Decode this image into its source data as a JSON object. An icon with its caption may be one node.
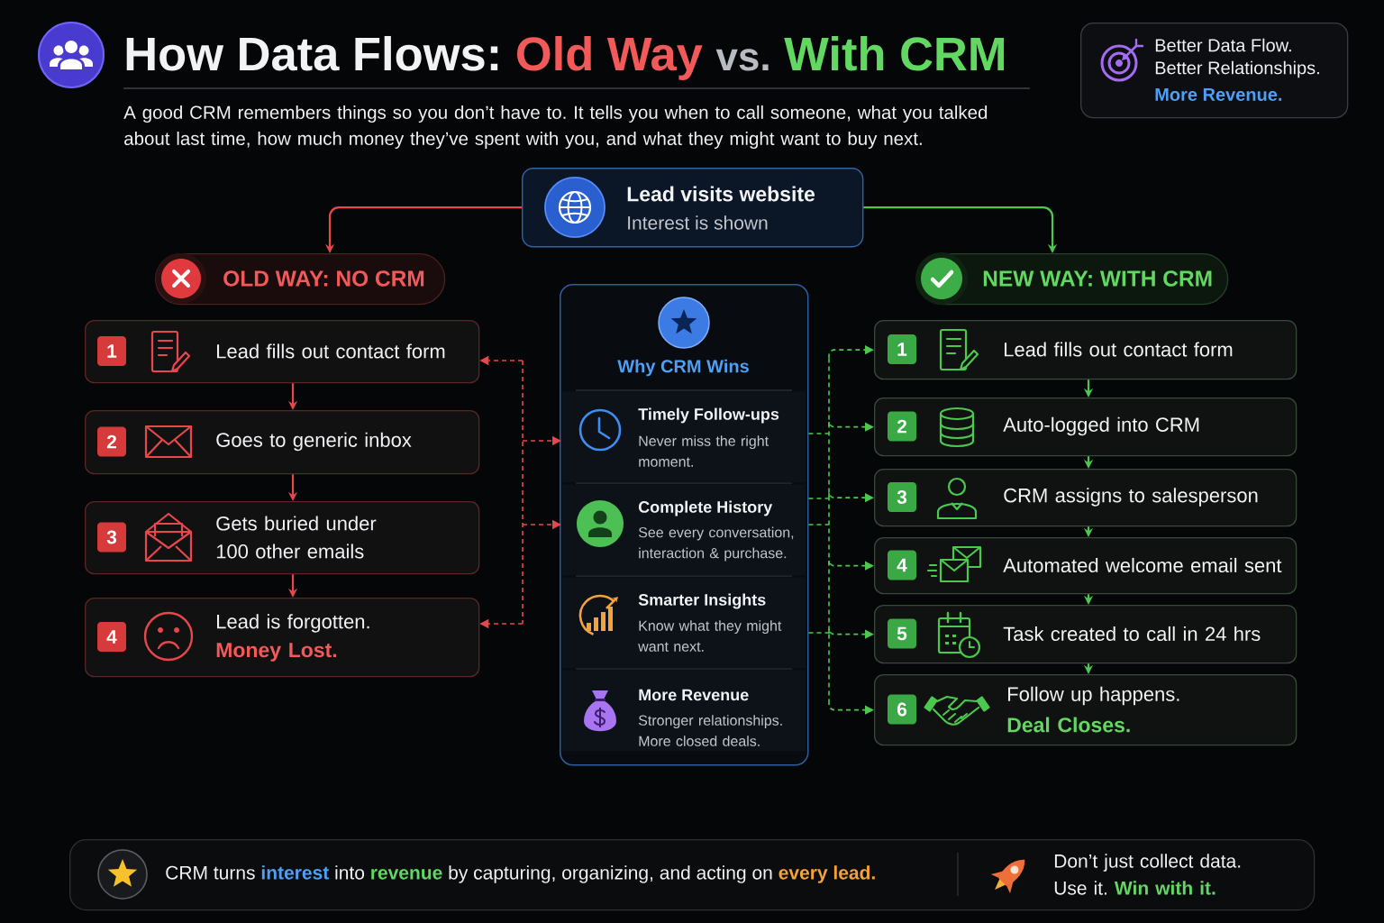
{
  "diagram": {
    "title": "How Data Flows: Old Way vs. With CRM",
    "nodes": [
      {
        "text": [
          "Better Data Flow.",
          "Better Relationships.",
          "More Revenue."
        ]
      },
      {
        "text": [
          "Lead visits website",
          "Interest is shown"
        ]
      },
      {
        "text": [
          "OLD WAY: NO CRM"
        ]
      },
      {
        "text": [
          "1",
          "Lead fills out contact form"
        ]
      },
      {
        "text": [
          "2",
          "Goes to generic inbox"
        ]
      },
      {
        "text": [
          "3",
          "Gets buried under 100 other emails"
        ]
      },
      {
        "text": [
          "4",
          "Lead is forgotten.",
          "Money Lost."
        ]
      },
      {
        "text": [
          "Why CRM Wins"
        ]
      },
      {
        "text": [
          "Timely Follow-ups",
          "Never miss the right moment."
        ],
        "in": 7
      },
      {
        "text": [
          "Complete History",
          "See every conversation, interaction & purchase."
        ],
        "in": 7
      },
      {
        "text": [
          "Smarter Insights",
          "Know what they might want next."
        ],
        "in": 7
      },
      {
        "text": [
          "More Revenue",
          "Stronger relationships. More closed deals."
        ],
        "in": 7
      },
      {
        "text": [
          "NEW WAY: WITH CRM"
        ]
      },
      {
        "text": [
          "1",
          "Lead fills out contact form"
        ]
      },
      {
        "text": [
          "2",
          "Auto-logged into CRM"
        ]
      },
      {
        "text": [
          "3",
          "CRM assigns to salesperson"
        ]
      },
      {
        "text": [
          "4",
          "Automated welcome email sent"
        ]
      },
      {
        "text": [
          "5",
          "Task created to call in 24 hrs"
        ]
      },
      {
        "text": [
          "6",
          "Follow up happens.",
          "Deal Closes."
        ]
      },
      {
        "text": [
          "CRM turns **interest** into **revenue** by capturing, organizing, and acting on **every lead.**",
          "Don’t just collect data. Use it. **Win with it.**"
        ]
      }
    ],
    "edges": [
      {
        "from": 1,
        "to": 2,
        "arrow": "to",
        "color": "#e5484d"
      },
      {
        "from": 1,
        "to": 12,
        "arrow": "to"
      },
      {
        "from": 3,
        "to": 4,
        "arrow": "to",
        "color": "#e5484d"
      },
      {
        "from": 4,
        "to": 5,
        "arrow": "to",
        "color": "#e5484d"
      },
      {
        "from": 5,
        "to": 6,
        "arrow": "to",
        "color": "#e5484d"
      },
      {
        "from": null,
        "to": 3,
        "arrow": "to",
        "style": "dashed",
        "color": "#e5484d"
      },
      {
        "from": null,
        "to": 8,
        "arrow": "to",
        "style": "dashed",
        "color": "#e5484d"
      },
      {
        "from": null,
        "to": 9,
        "arrow": "to",
        "style": "dashed",
        "color": "#e5484d"
      },
      {
        "from": null,
        "to": 6,
        "arrow": "to",
        "style": "dashed",
        "color": "#e5484d"
      },
      {
        "from": 7,
        "to": 13,
        "arrow": "to",
        "style": "dashed"
      },
      {
        "from": 7,
        "to": 14,
        "arrow": "to",
        "style": "dashed"
      },
      {
        "from": 7,
        "to": 15,
        "arrow": "to",
        "style": "dashed"
      },
      {
        "from": 7,
        "to": 16,
        "arrow": "to",
        "style": "dashed"
      },
      {
        "from": 7,
        "to": 17,
        "arrow": "to",
        "style": "dashed"
      },
      {
        "from": 7,
        "to": 18,
        "arrow": "to",
        "style": "dashed"
      },
      {
        "from": 13,
        "to": 14,
        "arrow": "to"
      },
      {
        "from": 14,
        "to": 15,
        "arrow": "to"
      },
      {
        "from": 15,
        "to": 16,
        "arrow": "to"
      },
      {
        "from": 16,
        "to": 17,
        "arrow": "to"
      },
      {
        "from": 17,
        "to": 18,
        "arrow": "to"
      }
    ],
    "labels": [
      "A good CRM remembers things so you don’t have to. It tells you when to call someone, what you talked about last time, how much money they’ve spent with you, and what they might want to buy next."
    ]
  }
}
